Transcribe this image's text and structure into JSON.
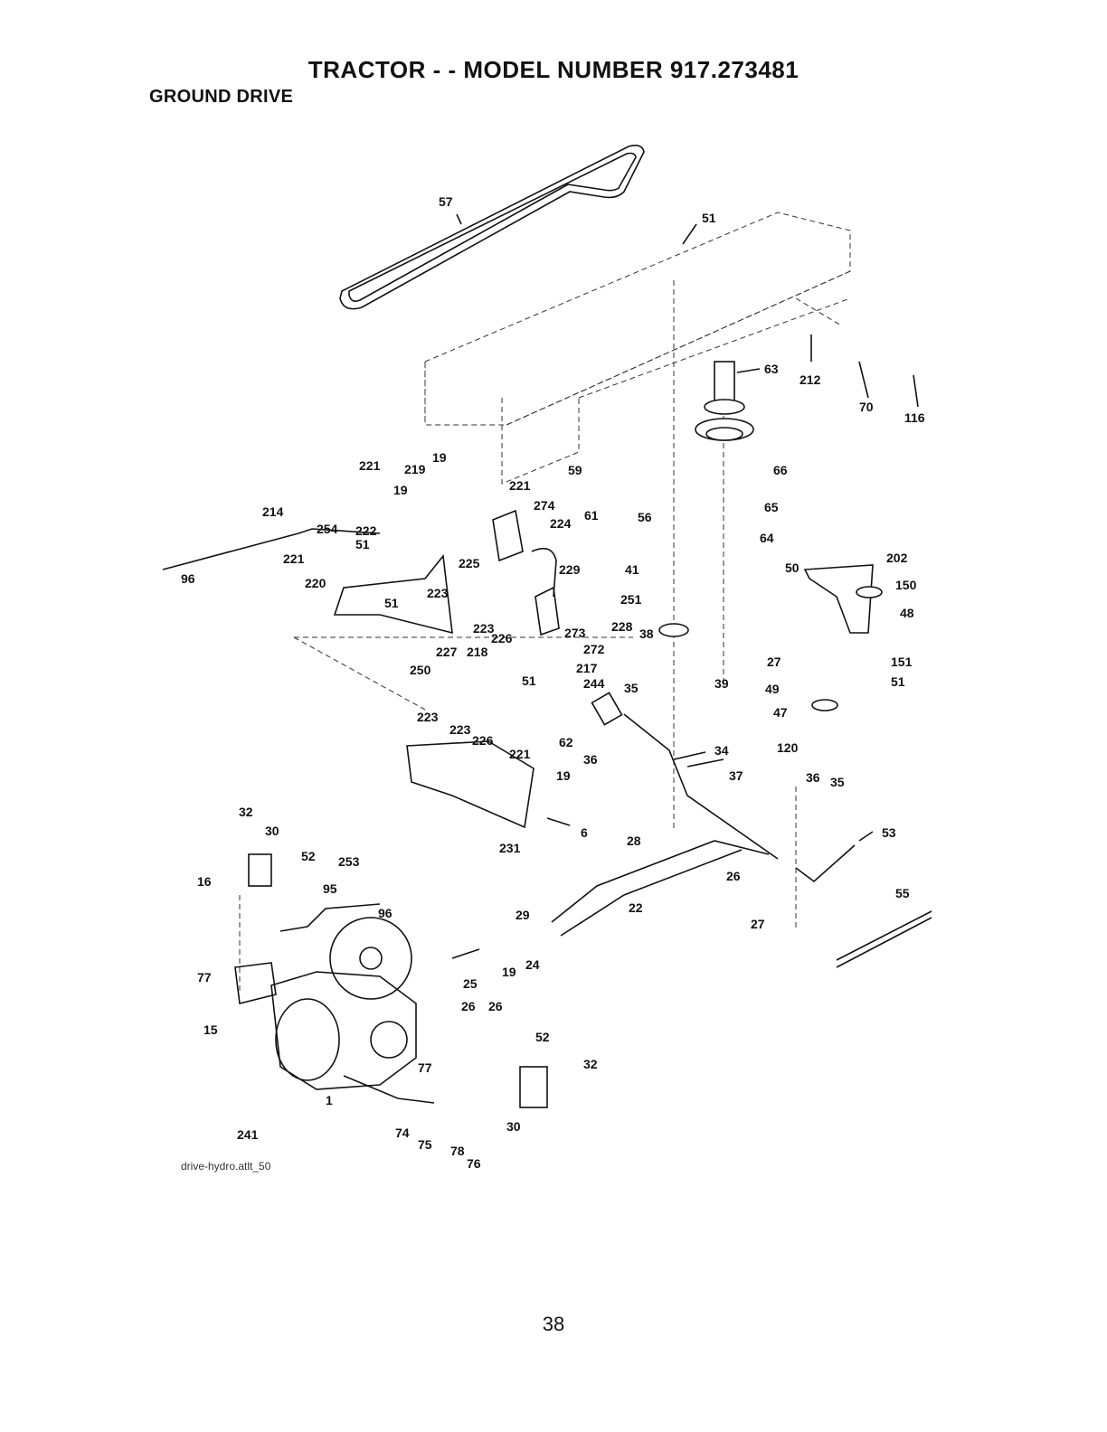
{
  "header": {
    "title": "TRACTOR - - MODEL NUMBER 917.273481",
    "section": "GROUND DRIVE"
  },
  "diagram": {
    "file_label": "drive-hydro.atlt_50",
    "callouts": [
      "57",
      "51",
      "63",
      "212",
      "70",
      "116",
      "19",
      "221",
      "219",
      "221",
      "19",
      "59",
      "66",
      "214",
      "254",
      "222",
      "274",
      "224",
      "61",
      "56",
      "65",
      "51",
      "221",
      "64",
      "96",
      "220",
      "225",
      "229",
      "41",
      "50",
      "202",
      "150",
      "51",
      "223",
      "251",
      "228",
      "48",
      "223",
      "226",
      "273",
      "38",
      "272",
      "227",
      "218",
      "217",
      "27",
      "151",
      "244",
      "35",
      "39",
      "51",
      "250",
      "51",
      "49",
      "223",
      "223",
      "47",
      "226",
      "62",
      "120",
      "221",
      "36",
      "34",
      "19",
      "37",
      "36",
      "35",
      "32",
      "6",
      "30",
      "53",
      "231",
      "28",
      "52",
      "253",
      "26",
      "16",
      "95",
      "55",
      "96",
      "22",
      "29",
      "27",
      "19",
      "24",
      "77",
      "25",
      "26",
      "26",
      "15",
      "52",
      "77",
      "32",
      "1",
      "30",
      "74",
      "241",
      "75",
      "78",
      "76"
    ]
  },
  "page_number": "38"
}
